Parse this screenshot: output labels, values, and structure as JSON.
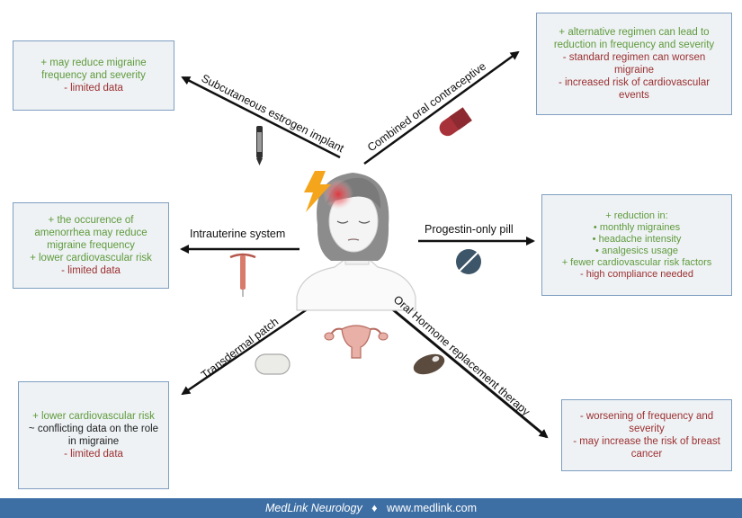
{
  "boxes": {
    "subcutaneous": {
      "lines": [
        "+ may reduce migraine frequency and severity",
        "- limited data"
      ]
    },
    "combined": {
      "lines": [
        "+ alternative regimen can lead to reduction in frequency and severity",
        "- standard regimen can worsen migraine",
        "- increased risk of cardiovascular events"
      ]
    },
    "intrauterine": {
      "lines": [
        "+ the occurence of amenorrhea may reduce migraine frequency",
        "+ lower cardiovascular risk",
        "- limited data"
      ]
    },
    "progestin": {
      "intro": "+ reduction in:",
      "bullets": [
        "monthly migraines",
        "headache intensity",
        "analgesics usage"
      ],
      "lines": [
        "+ fewer cardiovascular risk  factors",
        "- high compliance needed"
      ]
    },
    "transdermal": {
      "lines": [
        "+ lower cardiovascular risk",
        "~ conflicting data on the role in migraine",
        "- limited data"
      ]
    },
    "oral_hrt": {
      "lines": [
        "- worsening of frequency and severity",
        "- may increase the risk of breast cancer"
      ]
    }
  },
  "labels": {
    "subcutaneous": "Subcutaneous estrogen implant",
    "combined": "Combined oral contraceptive",
    "intrauterine": "Intrauterine system",
    "progestin": "Progestin-only pill",
    "transdermal": "Transdermal patch",
    "oral_hrt": "Oral Hormone replacement therapy"
  },
  "footer": {
    "brand": "MedLink Neurology",
    "sep": "♦",
    "url": "www.medlink.com"
  },
  "colors": {
    "positive": "#5f9a3b",
    "negative": "#9c2f2f",
    "neutral": "#222222",
    "box_border": "#7f9ec2",
    "box_fill": "#eef2f5",
    "footer": "#3e6fa4"
  }
}
